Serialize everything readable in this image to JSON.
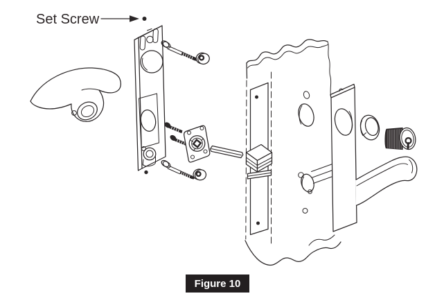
{
  "annotation": {
    "set_screw_label": "Set Screw"
  },
  "caption": {
    "text": "Figure 10"
  },
  "colors": {
    "line": "#2a2627",
    "background": "#ffffff",
    "caption_background": "#231f20",
    "caption_text": "#ffffff"
  },
  "parts": [
    "set-screw",
    "inside-lever-handle",
    "inside-escutcheon-plate",
    "through-bolt",
    "bushing",
    "mounting-screws",
    "spindle-hub-assembly",
    "spindle",
    "door",
    "mortise-case-faceplate",
    "latchbolt",
    "outside-escutcheon-plate",
    "cylinder-collar",
    "mortise-cylinder",
    "outside-lever-handle"
  ]
}
